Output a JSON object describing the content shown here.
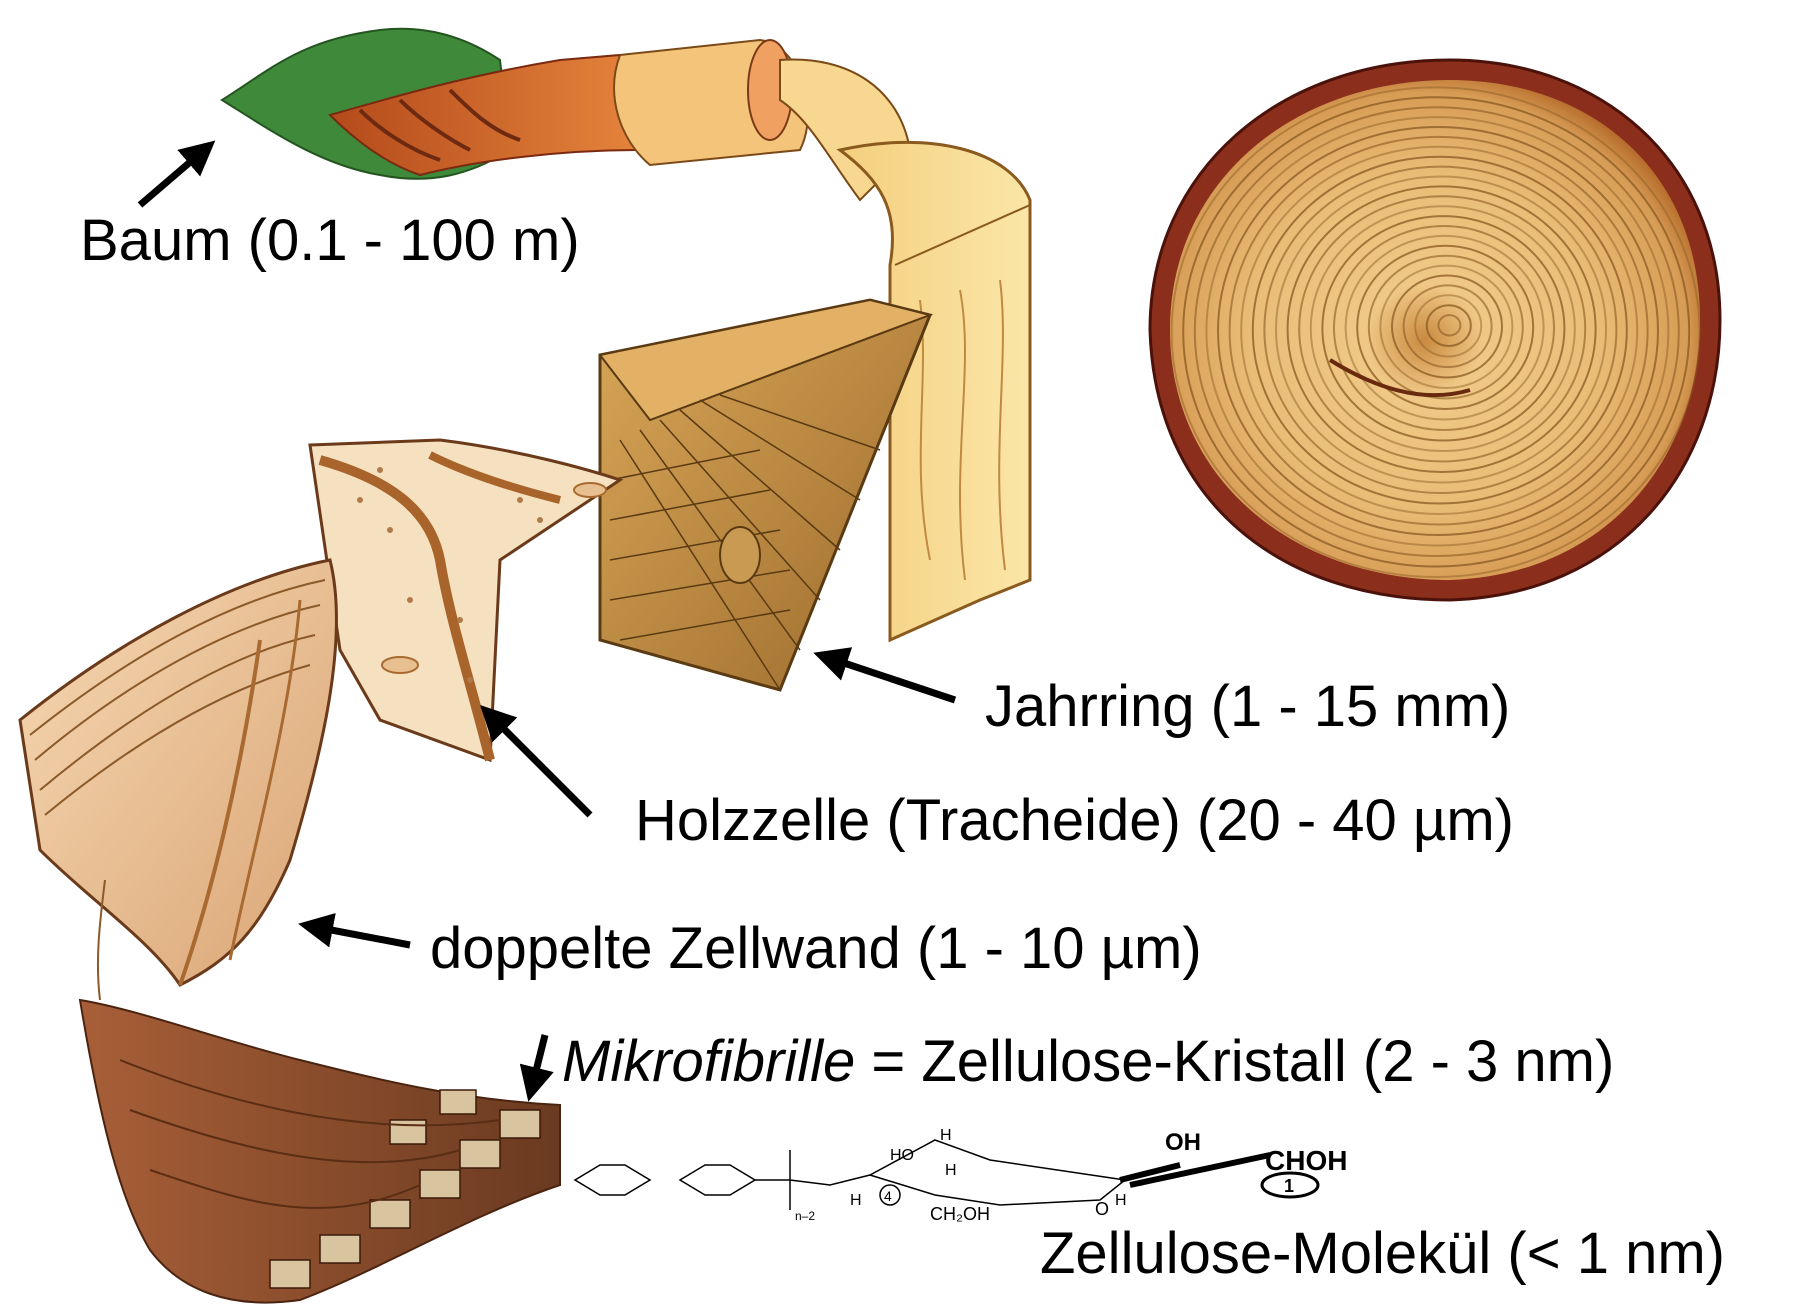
{
  "labels": {
    "baum": "Baum (0.1 - 100 m)",
    "jahrring": "Jahrring (1 - 15 mm)",
    "holzzelle": "Holzzelle (Tracheide) (20 - 40 µm)",
    "zellwand": "doppelte Zellwand (1 - 10 µm)",
    "mikrofibrille_term": "Mikrofibrille",
    "mikrofibrille_rest": " = Zellulose-Kristall (2 - 3 nm)",
    "molekuel": "Zellulose-Molekül (< 1 nm)"
  },
  "formula": {
    "oh_top": "OH",
    "choh": "CHOH",
    "h_top": "HO",
    "h": "H",
    "ch2oh": "CH₂OH",
    "o": "O",
    "ring_1": "1",
    "ring_4": "4",
    "n2": "n–2"
  },
  "colors": {
    "leaf": "#3f8a3a",
    "bark": "#c3581d",
    "wood_light": "#f6d98c",
    "wood_mid": "#e8b965",
    "wood_dark": "#9a5a22",
    "fiber": "#8a4a2a",
    "ring_bark": "#8c2e1c",
    "ring_wood": "#e7b86c"
  }
}
